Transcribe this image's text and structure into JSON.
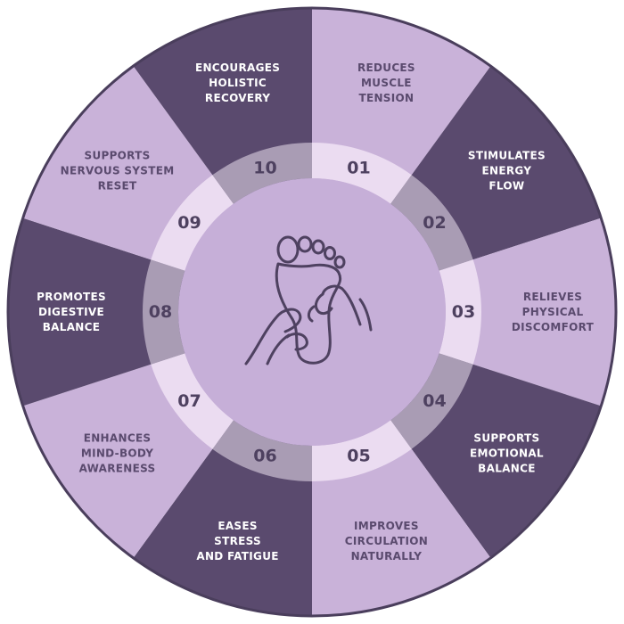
{
  "colors": {
    "dark": "#5a4a6e",
    "light": "#c9b2d9",
    "ring_dark": "#a99cb4",
    "ring_light": "#ebdcf1",
    "center": "#c6afd8",
    "border": "#4a3e5c",
    "number_text": "#4e4160",
    "icon_stroke": "#4e4160"
  },
  "center_icon": "foot-massage-icon",
  "segments": [
    {
      "number": "01",
      "lines": [
        "REDUCES",
        "MUSCLE",
        "TENSION"
      ],
      "tone": "light"
    },
    {
      "number": "02",
      "lines": [
        "STIMULATES",
        "ENERGY",
        "FLOW"
      ],
      "tone": "dark"
    },
    {
      "number": "03",
      "lines": [
        "RELIEVES",
        "PHYSICAL",
        "DISCOMFORT"
      ],
      "tone": "light"
    },
    {
      "number": "04",
      "lines": [
        "SUPPORTS",
        "EMOTIONAL",
        "BALANCE"
      ],
      "tone": "dark"
    },
    {
      "number": "05",
      "lines": [
        "IMPROVES",
        "CIRCULATION",
        "NATURALLY"
      ],
      "tone": "light"
    },
    {
      "number": "06",
      "lines": [
        "EASES",
        "STRESS",
        "AND FATIGUE"
      ],
      "tone": "dark"
    },
    {
      "number": "07",
      "lines": [
        "ENHANCES",
        "MIND-BODY",
        "AWARENESS"
      ],
      "tone": "light"
    },
    {
      "number": "08",
      "lines": [
        "PROMOTES",
        "DIGESTIVE",
        "BALANCE"
      ],
      "tone": "dark"
    },
    {
      "number": "09",
      "lines": [
        "SUPPORTS",
        "NERVOUS SYSTEM",
        "RESET"
      ],
      "tone": "light"
    },
    {
      "number": "10",
      "lines": [
        "ENCOURAGES",
        "HOLISTIC",
        "RECOVERY"
      ],
      "tone": "dark"
    }
  ]
}
